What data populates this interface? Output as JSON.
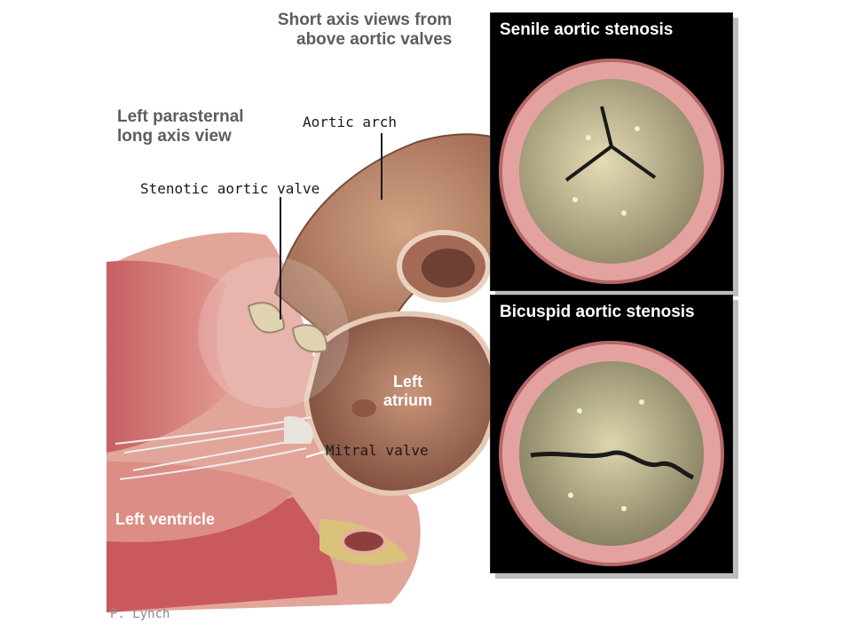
{
  "headings": {
    "short_axis": "Short axis views from above aortic valves",
    "short_axis_line1": "Short axis views from",
    "short_axis_line2": "above aortic valves",
    "long_axis_line1": "Left parasternal",
    "long_axis_line2": "long axis view"
  },
  "labels": {
    "aortic_arch": "Aortic arch",
    "stenotic_valve": "Stenotic aortic valve",
    "left_atrium_line1": "Left",
    "left_atrium_line2": "atrium",
    "mitral_valve": "Mitral valve",
    "left_ventricle": "Left ventricle"
  },
  "insets": {
    "senile_title": "Senile aortic stenosis",
    "bicuspid_title": "Bicuspid aortic stenosis"
  },
  "credit": "P. Lynch",
  "colors": {
    "tissue": "#d67e7b",
    "tissue_dark": "#b34f54",
    "aorta": "#b9866b",
    "valve": "#c9c19a",
    "inset_bg": "#000000"
  }
}
